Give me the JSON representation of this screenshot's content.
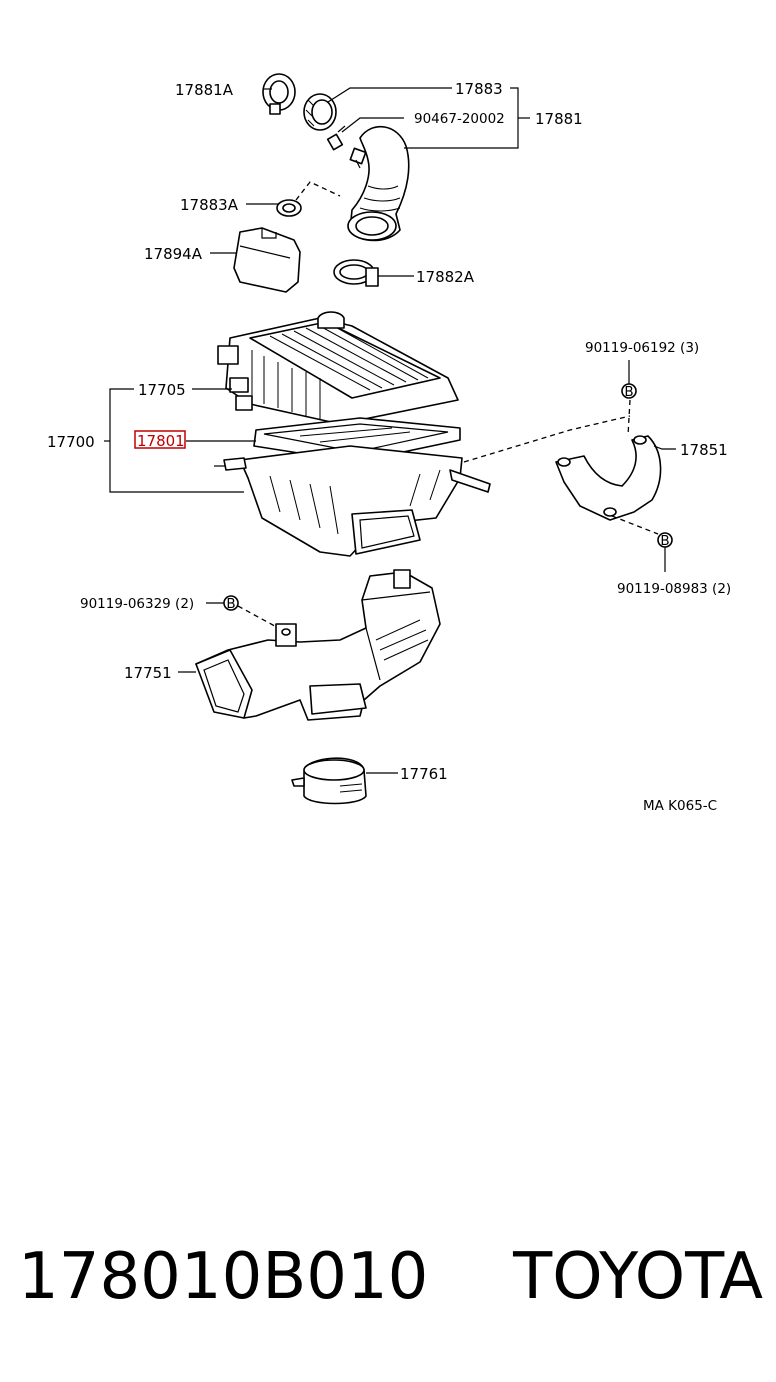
{
  "diagram": {
    "labels": {
      "p17881A": "17881A",
      "p17883": "17883",
      "p90467": "90467-20002",
      "p17881": "17881",
      "p17883A": "17883A",
      "p17894A": "17894A",
      "p17882A": "17882A",
      "p90119_06192": "90119-06192 (3)",
      "p17705": "17705",
      "p17700": "17700",
      "p17801": "17801",
      "p17851": "17851",
      "p90119_08983": "90119-08983 (2)",
      "p90119_06329": "90119-06329 (2)",
      "p17751": "17751",
      "p17761": "17761",
      "code": "MA K065-C",
      "bolt_mark": "B"
    },
    "colors": {
      "highlight": "#c00000",
      "ink": "#000000"
    }
  },
  "footer": {
    "part_number": "178010B010",
    "brand": "TOYOTA"
  }
}
